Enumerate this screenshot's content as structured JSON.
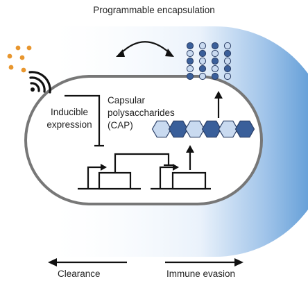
{
  "title": "Programmable encapsulation",
  "labels": {
    "inducible_line1": "Inducible",
    "inducible_line2": "expression",
    "cap_line1": "Capsular",
    "cap_line2": "polysaccharides",
    "cap_line3": "(CAP)",
    "clearance": "Clearance",
    "immune_evasion": "Immune evasion"
  },
  "colors": {
    "capsule_blue": "#4a8fd0",
    "capsule_light": "#e3eef9",
    "cell_outline": "#777777",
    "hex_dark": "#3a5f9a",
    "hex_light": "#c9daf0",
    "inducer_dots": "#e8962e",
    "ink": "#111111"
  },
  "icons": {
    "signal": "wifi-signal-icon",
    "swap": "curved-double-arrow-icon"
  }
}
